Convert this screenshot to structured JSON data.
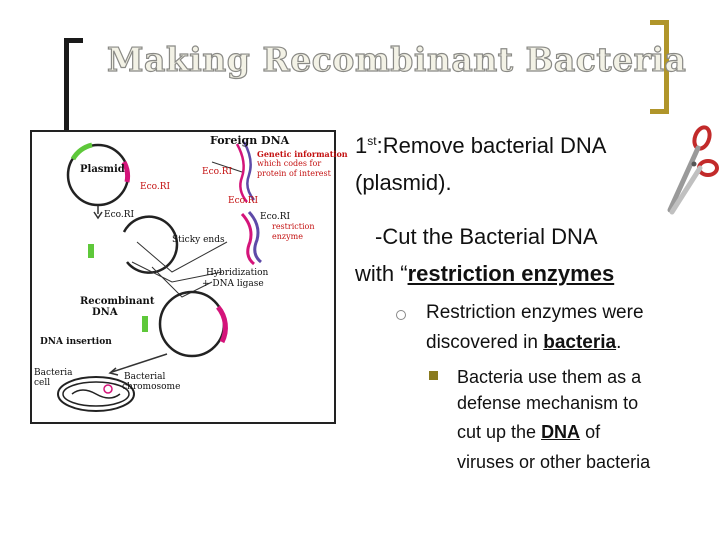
{
  "slide": {
    "title": "Making Recombinant Bacteria"
  },
  "figure": {
    "labels": {
      "foreign_dna": "Foreign DNA",
      "genetic_info_1": "Genetic information",
      "genetic_info_2": "which codes for",
      "genetic_info_3": "protein of interest",
      "plasmid": "Plasmid",
      "ecori_1": "Eco.RI",
      "ecori_2": "Eco.RI",
      "ecori_3": "Eco.RI",
      "ecori_4": "Eco.RI",
      "ecori_5": "Eco.RI",
      "restriction_1": "restriction",
      "restriction_2": "enzyme",
      "sticky_ends": "Sticky ends",
      "hybridization_1": "Hybridization",
      "hybridization_2": "+ DNA ligase",
      "recombinant_1": "Recombinant",
      "recombinant_2": "DNA",
      "dna_insertion": "DNA insertion",
      "bacteria_1": "Bacteria",
      "bacteria_2": "cell",
      "chromosome_1": "Bacterial",
      "chromosome_2": "chromosome"
    }
  },
  "content": {
    "step_prefix": "1",
    "step_sup": "st",
    "step_text": ":Remove bacterial DNA",
    "step_text_2": "(plasmid).",
    "cut_text": "-Cut the Bacterial DNA",
    "with_text": "with “",
    "restriction_enzymes": "restriction enzymes",
    "bullet1_line1": "Restriction enzymes were",
    "bullet1_line2_pre": "discovered in ",
    "bullet1_line2_link": "bacteria",
    "bullet1_line2_post": ".",
    "sub_line1": "Bacteria use them as a",
    "sub_line2": "defense mechanism to",
    "sub_line3_pre": "cut up the ",
    "sub_line3_link": "DNA",
    "sub_line3_post": " of",
    "sub_line4": "viruses or other bacteria"
  },
  "colors": {
    "title_fill": "#f3f2e6",
    "title_outline": "#8a8a86",
    "bracket_left": "#1a1a1a",
    "bracket_right": "#b0952a",
    "label_red": "#c41212",
    "plasmid_magenta": "#d4147a",
    "dna_green": "#5ec83a",
    "scissors_red": "#c22a2a",
    "bullet_olive": "#8a7b1f"
  },
  "icons": {
    "scissors": "scissors-icon",
    "bullet_circle": "hollow-circle-bullet",
    "bullet_square": "square-bullet"
  }
}
